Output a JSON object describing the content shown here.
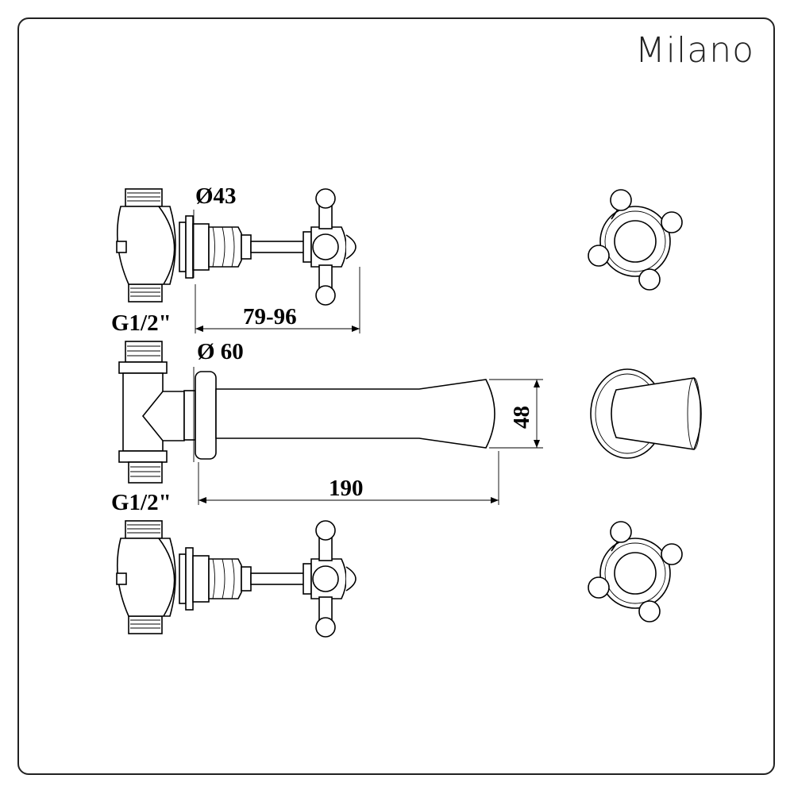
{
  "brand": "Milano",
  "labels": {
    "thread_top": "G1/2\"",
    "thread_bottom": "G1/2\"",
    "handle_diameter": "Ø43",
    "spout_diameter": "Ø 60",
    "handle_projection": "79-96",
    "spout_length": "190",
    "spout_height": "48"
  }
}
